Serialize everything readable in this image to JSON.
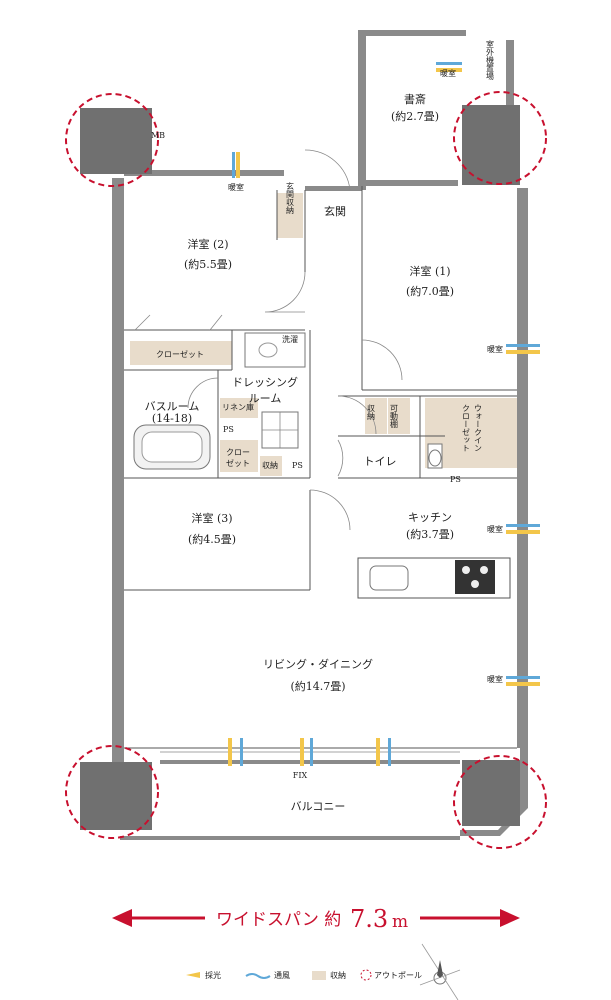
{
  "rooms": {
    "study_name": "書斎",
    "study_size": "(約2.7畳)",
    "outdoor_unit": "室外機置場",
    "genkan": "玄関",
    "genkan_storage": "玄関収納",
    "western1_name": "洋室 (1)",
    "western1_size": "(約7.0畳)",
    "western2_name": "洋室 (2)",
    "western2_size": "(約5.5畳)",
    "closet": "クローゼット",
    "dressing_line1": "ドレッシング",
    "dressing_line2": "ルーム",
    "linen": "リネン庫",
    "bath_name": "バスルーム",
    "bath_size": "(14-18)",
    "ps": "PS",
    "closet_short_1": "クロー",
    "closet_short_2": "ゼット",
    "storage": "収納",
    "movable_shelf": "可動棚",
    "walkin": "ウォークイン",
    "walkin_closet": "クローゼット",
    "toilet": "トイレ",
    "western3_name": "洋室 (3)",
    "western3_size": "(約4.5畳)",
    "kitchen_name": "キッチン",
    "kitchen_size": "(約3.7畳)",
    "living_name": "リビング・ダイニング",
    "living_size": "(約14.7畳)",
    "balcony": "バルコニー",
    "fix": "FIX",
    "wash": "洗濯",
    "mb": "MB",
    "dansho": "暖室"
  },
  "span": {
    "label": "ワイドスパン 約",
    "value": "7.3",
    "unit": "m"
  },
  "legend": {
    "light": "採光",
    "wind": "通風",
    "storage": "収納",
    "outpole": "アウトポール"
  },
  "colors": {
    "accent_red": "#c8102e",
    "light_yellow": "#f3c64a",
    "wind_blue": "#5fa8d8",
    "storage_beige": "#e8dccb"
  }
}
